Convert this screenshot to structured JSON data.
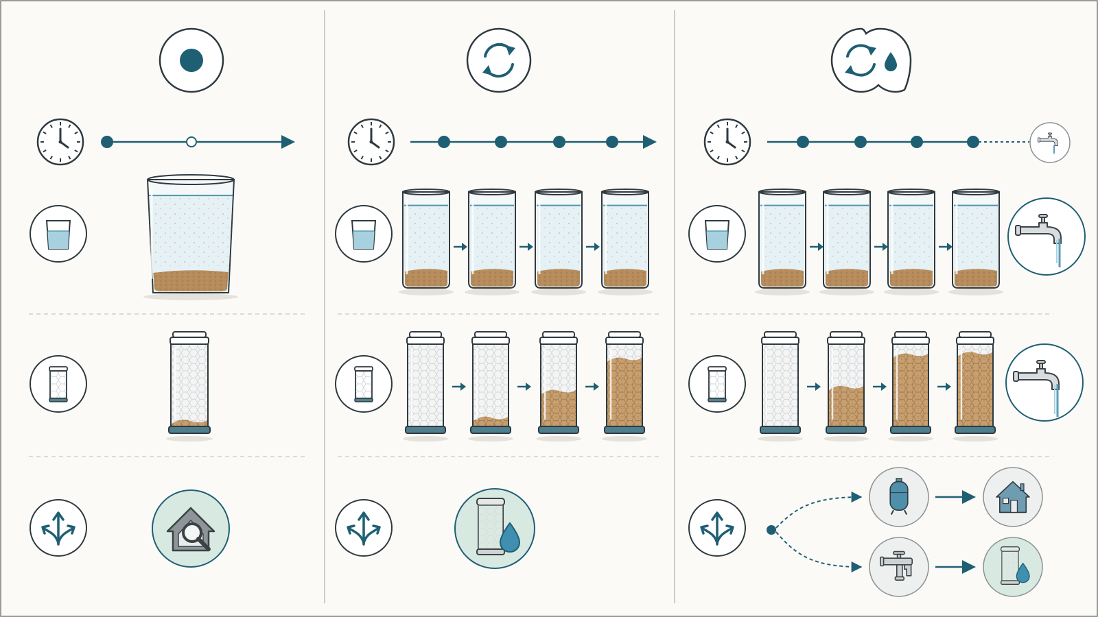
{
  "colors": {
    "background": "#fbfaf6",
    "teal_dark": "#1f5f74",
    "ink": "#2f3a40",
    "water_light": "#d7ebf1",
    "sediment": "#b78c5c",
    "sediment_dark": "#9a7248",
    "filter_white": "#f3f4f3",
    "filter_cap": "#4f7f8d",
    "mint": "#d8e9e2",
    "divider": "#c9c9c4",
    "frame": "#7a7a7a"
  },
  "icons": {
    "panel_headers": [
      "single-dot-icon",
      "cycle-arrows-icon",
      "cycle-arrows-water-drop-icon"
    ],
    "row_labels": [
      "clock-icon",
      "water-glass-icon",
      "filter-cartridge-icon",
      "split-arrows-icon"
    ],
    "outcomes": [
      "house-inspection-icon",
      "filter-water-drop-icon",
      "pressure-tank-icon",
      "house-icon",
      "faucet-valve-icon",
      "filter-water-drop-icon"
    ],
    "tap": "faucet-icon"
  },
  "panels": [
    {
      "id": "single",
      "timeline_marks": 2,
      "glass_sediment_levels": [
        0.2
      ],
      "filter_clog_levels": [
        0.08
      ]
    },
    {
      "id": "periodic",
      "timeline_marks": 4,
      "glass_sediment_levels": [
        0.2,
        0.2,
        0.2,
        0.2
      ],
      "filter_clog_levels": [
        0.0,
        0.12,
        0.45,
        0.85
      ]
    },
    {
      "id": "continuous",
      "timeline_marks": 4,
      "glass_sediment_levels": [
        0.2,
        0.2,
        0.2,
        0.2
      ],
      "filter_clog_levels": [
        0.0,
        0.5,
        0.9,
        0.92
      ]
    }
  ]
}
